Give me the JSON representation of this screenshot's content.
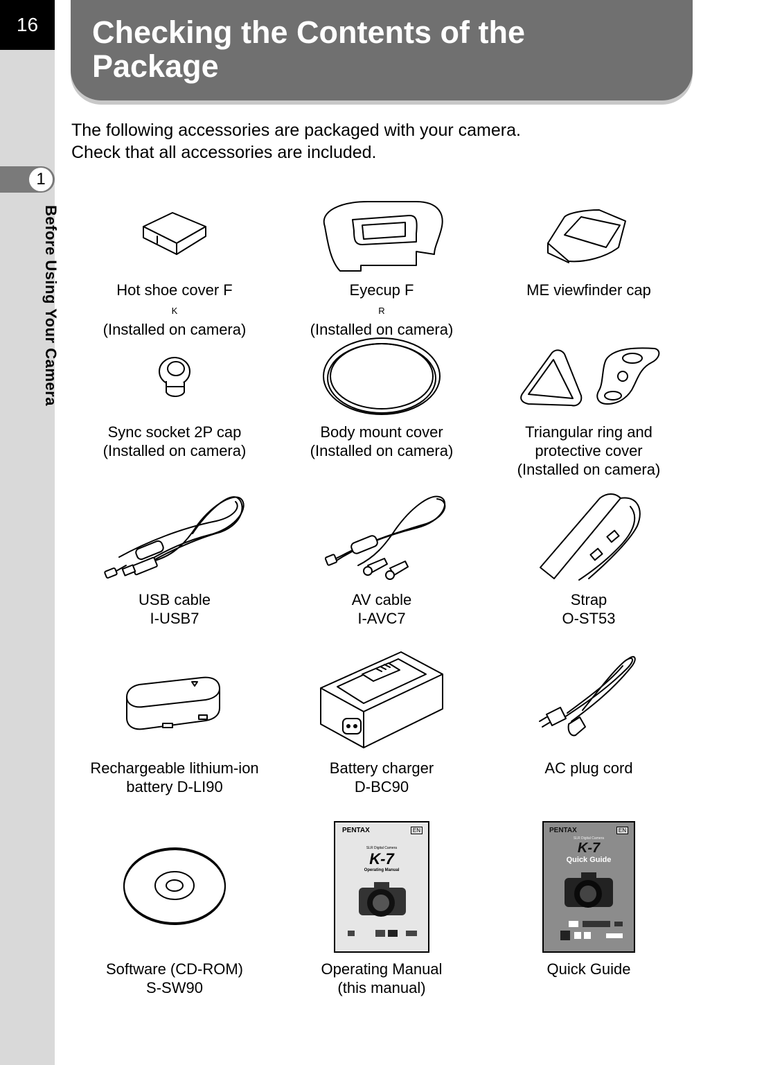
{
  "page_number": "16",
  "chapter": {
    "number": "1",
    "label": "Before Using Your Camera"
  },
  "title": "Checking the Contents of the Package",
  "intro": [
    "The following accessories are packaged with your camera.",
    "Check that all accessories are included."
  ],
  "items": [
    {
      "icon": "hot-shoe-cover-icon",
      "line1": "Hot shoe cover F",
      "line1_sub": "K",
      "line2": "(Installed on camera)"
    },
    {
      "icon": "eyecup-icon",
      "line1": "Eyecup F",
      "line1_sub": "R",
      "line2": "(Installed on camera)"
    },
    {
      "icon": "viewfinder-cap-icon",
      "line1": "ME viewfinder cap",
      "line1_sub": "",
      "line2": ""
    },
    {
      "icon": "sync-socket-cap-icon",
      "line1": "Sync socket 2P cap",
      "line1_sub": "",
      "line2": "(Installed on camera)"
    },
    {
      "icon": "body-mount-cover-icon",
      "line1": "Body mount cover",
      "line1_sub": "",
      "line2": "(Installed on camera)"
    },
    {
      "icon": "triangular-ring-icon",
      "line1": "Triangular ring and",
      "line1_sub": "",
      "line2": "protective cover",
      "line3": "(Installed on camera)"
    },
    {
      "icon": "usb-cable-icon",
      "line1": "USB cable",
      "line1_sub": "",
      "line2": "I-USB7"
    },
    {
      "icon": "av-cable-icon",
      "line1": "AV cable",
      "line1_sub": "",
      "line2": "I-AVC7"
    },
    {
      "icon": "strap-icon",
      "line1": "Strap",
      "line1_sub": "",
      "line2": "O-ST53"
    },
    {
      "icon": "battery-icon",
      "line1": "Rechargeable lithium-ion",
      "line1_sub": "",
      "line2": "battery D-LI90"
    },
    {
      "icon": "battery-charger-icon",
      "line1": "Battery charger",
      "line1_sub": "",
      "line2": "D-BC90"
    },
    {
      "icon": "ac-plug-cord-icon",
      "line1": "AC plug cord",
      "line1_sub": "",
      "line2": ""
    },
    {
      "icon": "cd-rom-icon",
      "line1": "Software (CD-ROM)",
      "line1_sub": "",
      "line2": "S-SW90"
    },
    {
      "icon": "operating-manual-icon",
      "line1": "Operating Manual",
      "line1_sub": "",
      "line2": "(this manual)"
    },
    {
      "icon": "quick-guide-icon",
      "line1": "Quick Guide",
      "line1_sub": "",
      "line2": ""
    }
  ],
  "manual_cover": {
    "brand": "PENTAX",
    "lang": "EN",
    "camera_type": "SLR Digital Camera",
    "model": "K-7",
    "doc_title": "Operating Manual"
  },
  "guide_cover": {
    "brand": "PENTAX",
    "lang": "EN",
    "camera_type": "SLR Digital Camera",
    "model": "K-7",
    "doc_title": "Quick Guide"
  }
}
